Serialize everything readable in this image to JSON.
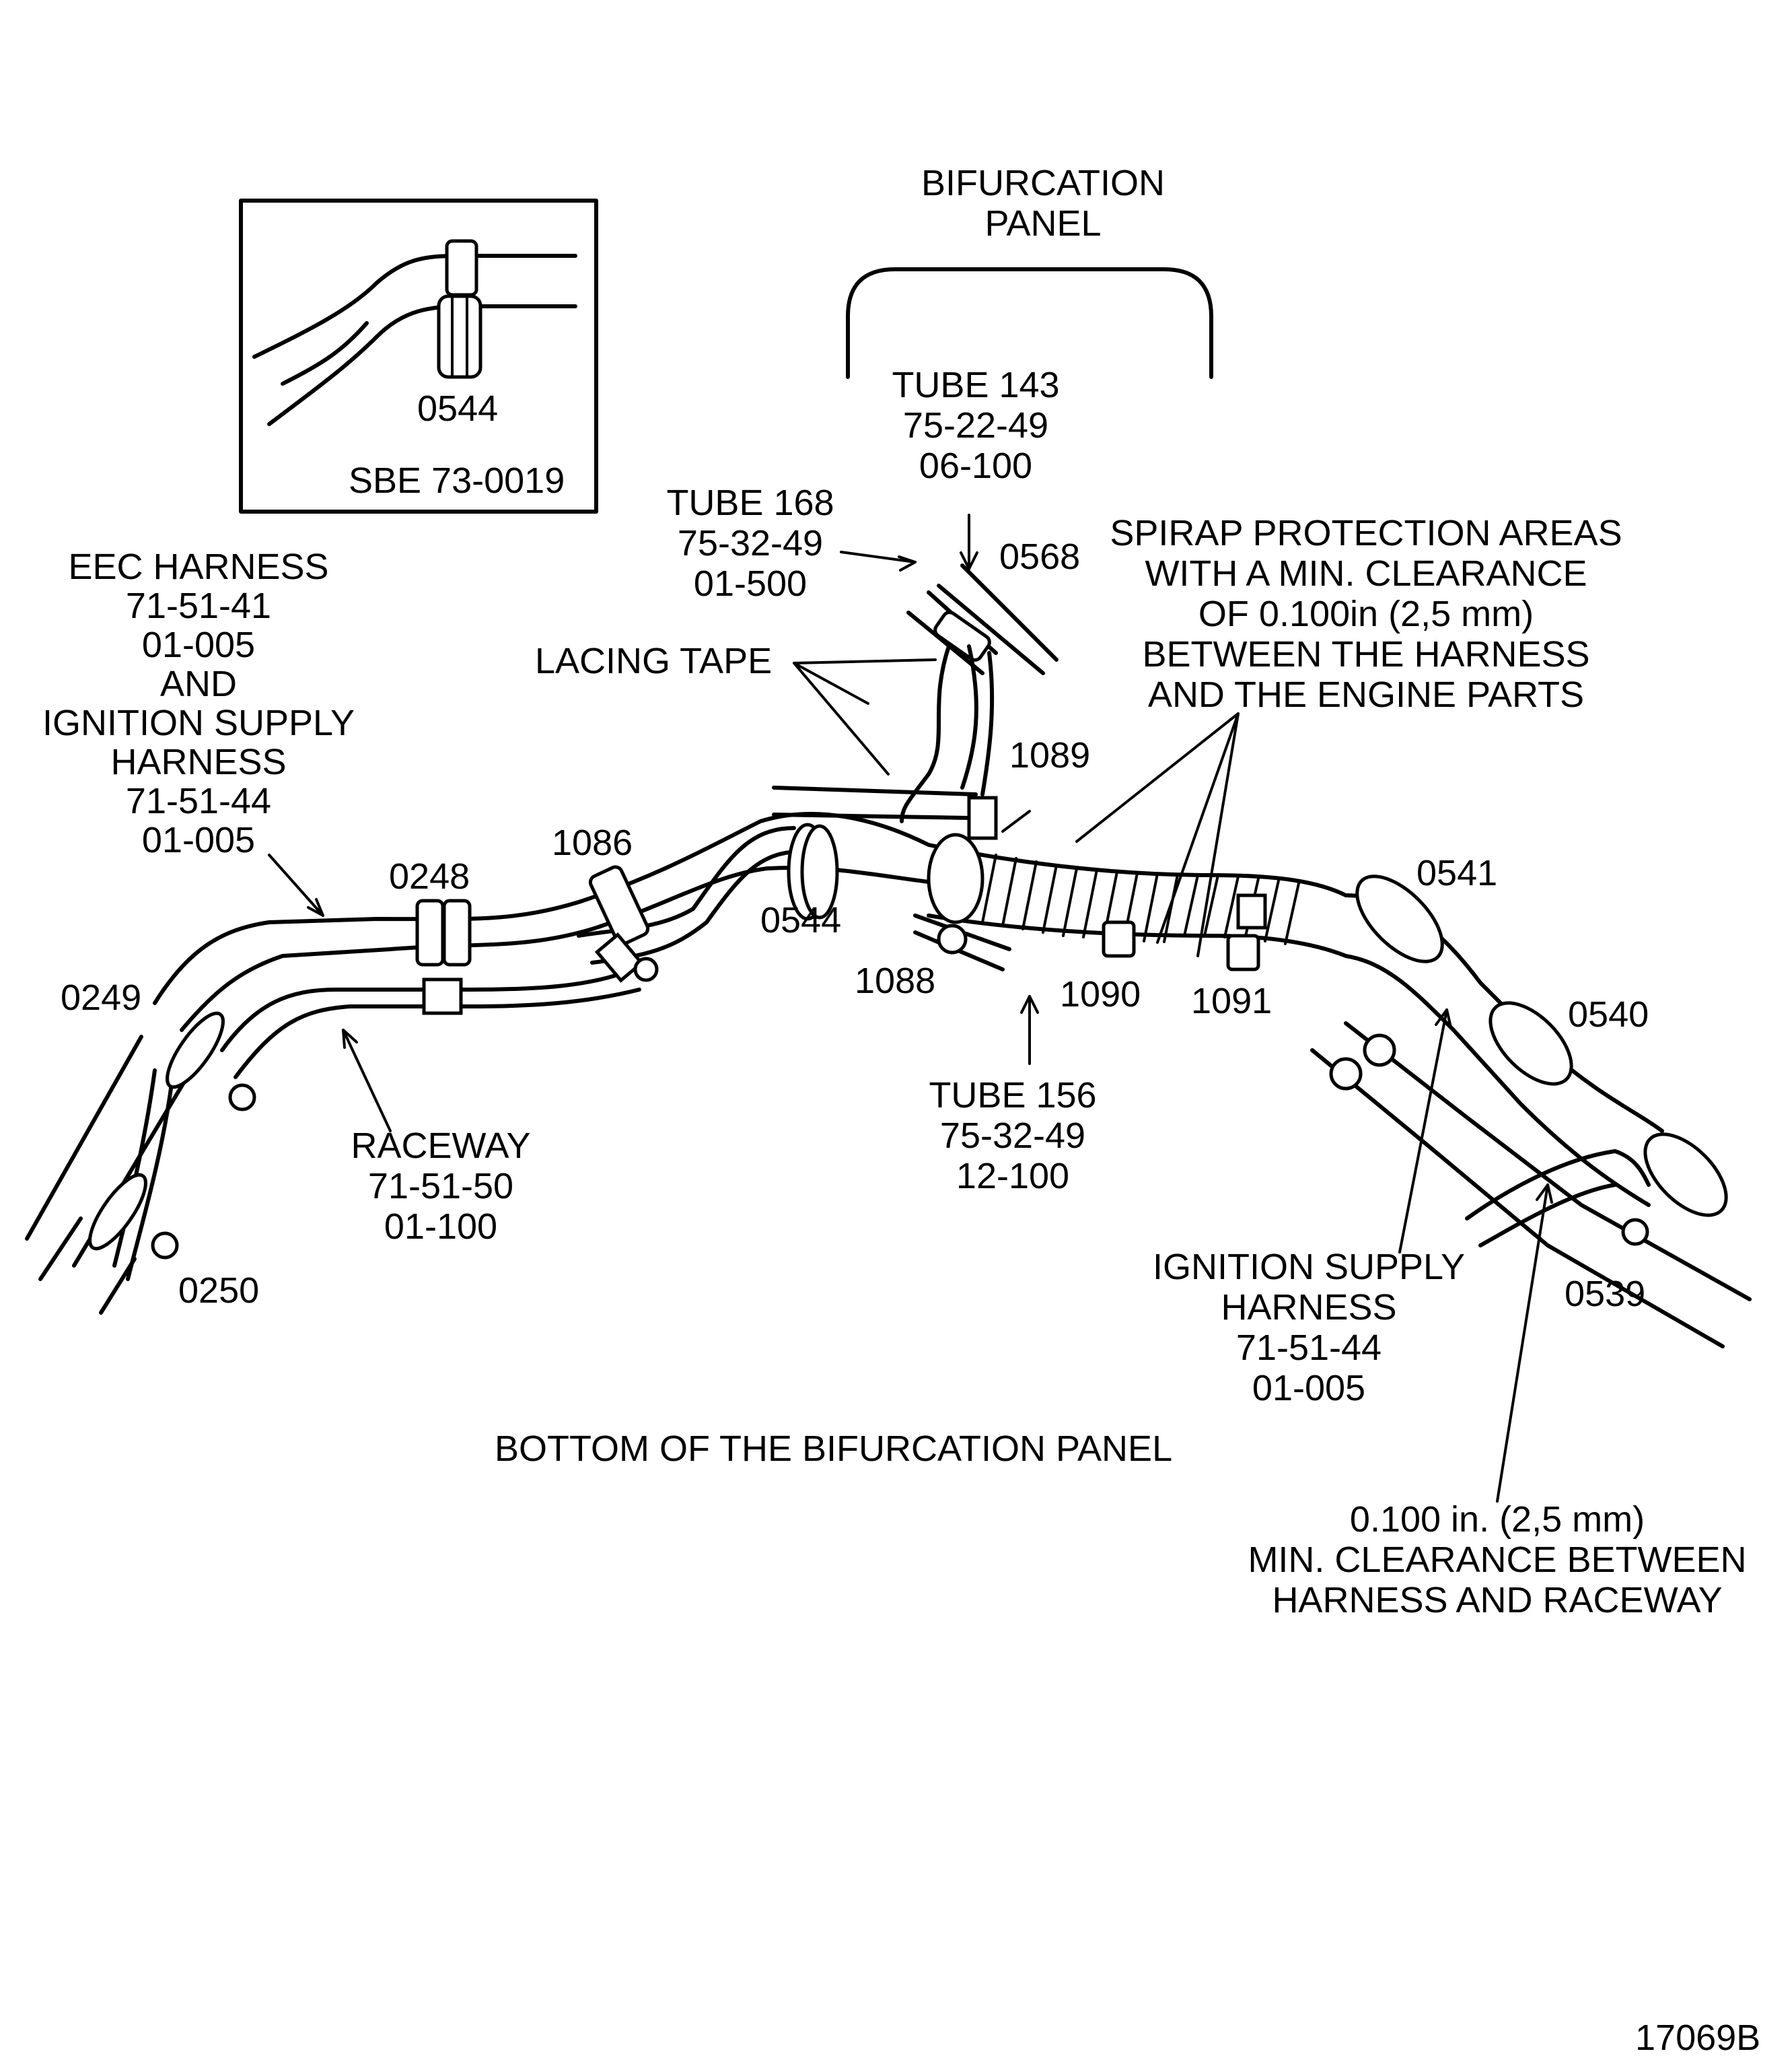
{
  "header": {
    "bifurcation_panel": [
      "BIFURCATION",
      "PANEL"
    ]
  },
  "inset": {
    "part_number": "0544",
    "reference": "SBE 73-0019"
  },
  "callouts": {
    "tube_143": [
      "TUBE 143",
      "75-22-49",
      "06-100"
    ],
    "tube_168": [
      "TUBE 168",
      "75-32-49",
      "01-500"
    ],
    "tube_156": [
      "TUBE 156",
      "75-32-49",
      "12-100"
    ],
    "eec_harness": [
      "EEC HARNESS",
      "71-51-41",
      "01-005",
      "AND",
      "IGNITION SUPPLY",
      "HARNESS",
      "71-51-44",
      "01-005"
    ],
    "raceway": [
      "RACEWAY",
      "71-51-50",
      "01-100"
    ],
    "ignition_supply_harness": [
      "IGNITION SUPPLY",
      "HARNESS",
      "71-51-44",
      "01-005"
    ],
    "spirap": [
      "SPIRAP PROTECTION AREAS",
      "WITH A MIN. CLEARANCE",
      "OF 0.100in (2,5 mm)",
      "BETWEEN THE HARNESS",
      "AND THE ENGINE PARTS"
    ],
    "clearance": [
      "0.100 in. (2,5 mm)",
      "MIN. CLEARANCE BETWEEN",
      "HARNESS AND RACEWAY"
    ],
    "lacing_tape": "LACING TAPE",
    "bottom_caption": "BOTTOM OF THE BIFURCATION PANEL"
  },
  "part_numbers": {
    "p0568": "0568",
    "p1089": "1089",
    "p0541": "0541",
    "p0248": "0248",
    "p1086": "1086",
    "p0544": "0544",
    "p0249": "0249",
    "p1088": "1088",
    "p1090": "1090",
    "p1091": "1091",
    "p0540": "0540",
    "p0250": "0250",
    "p0539": "0539"
  },
  "figure_id": "17069B"
}
